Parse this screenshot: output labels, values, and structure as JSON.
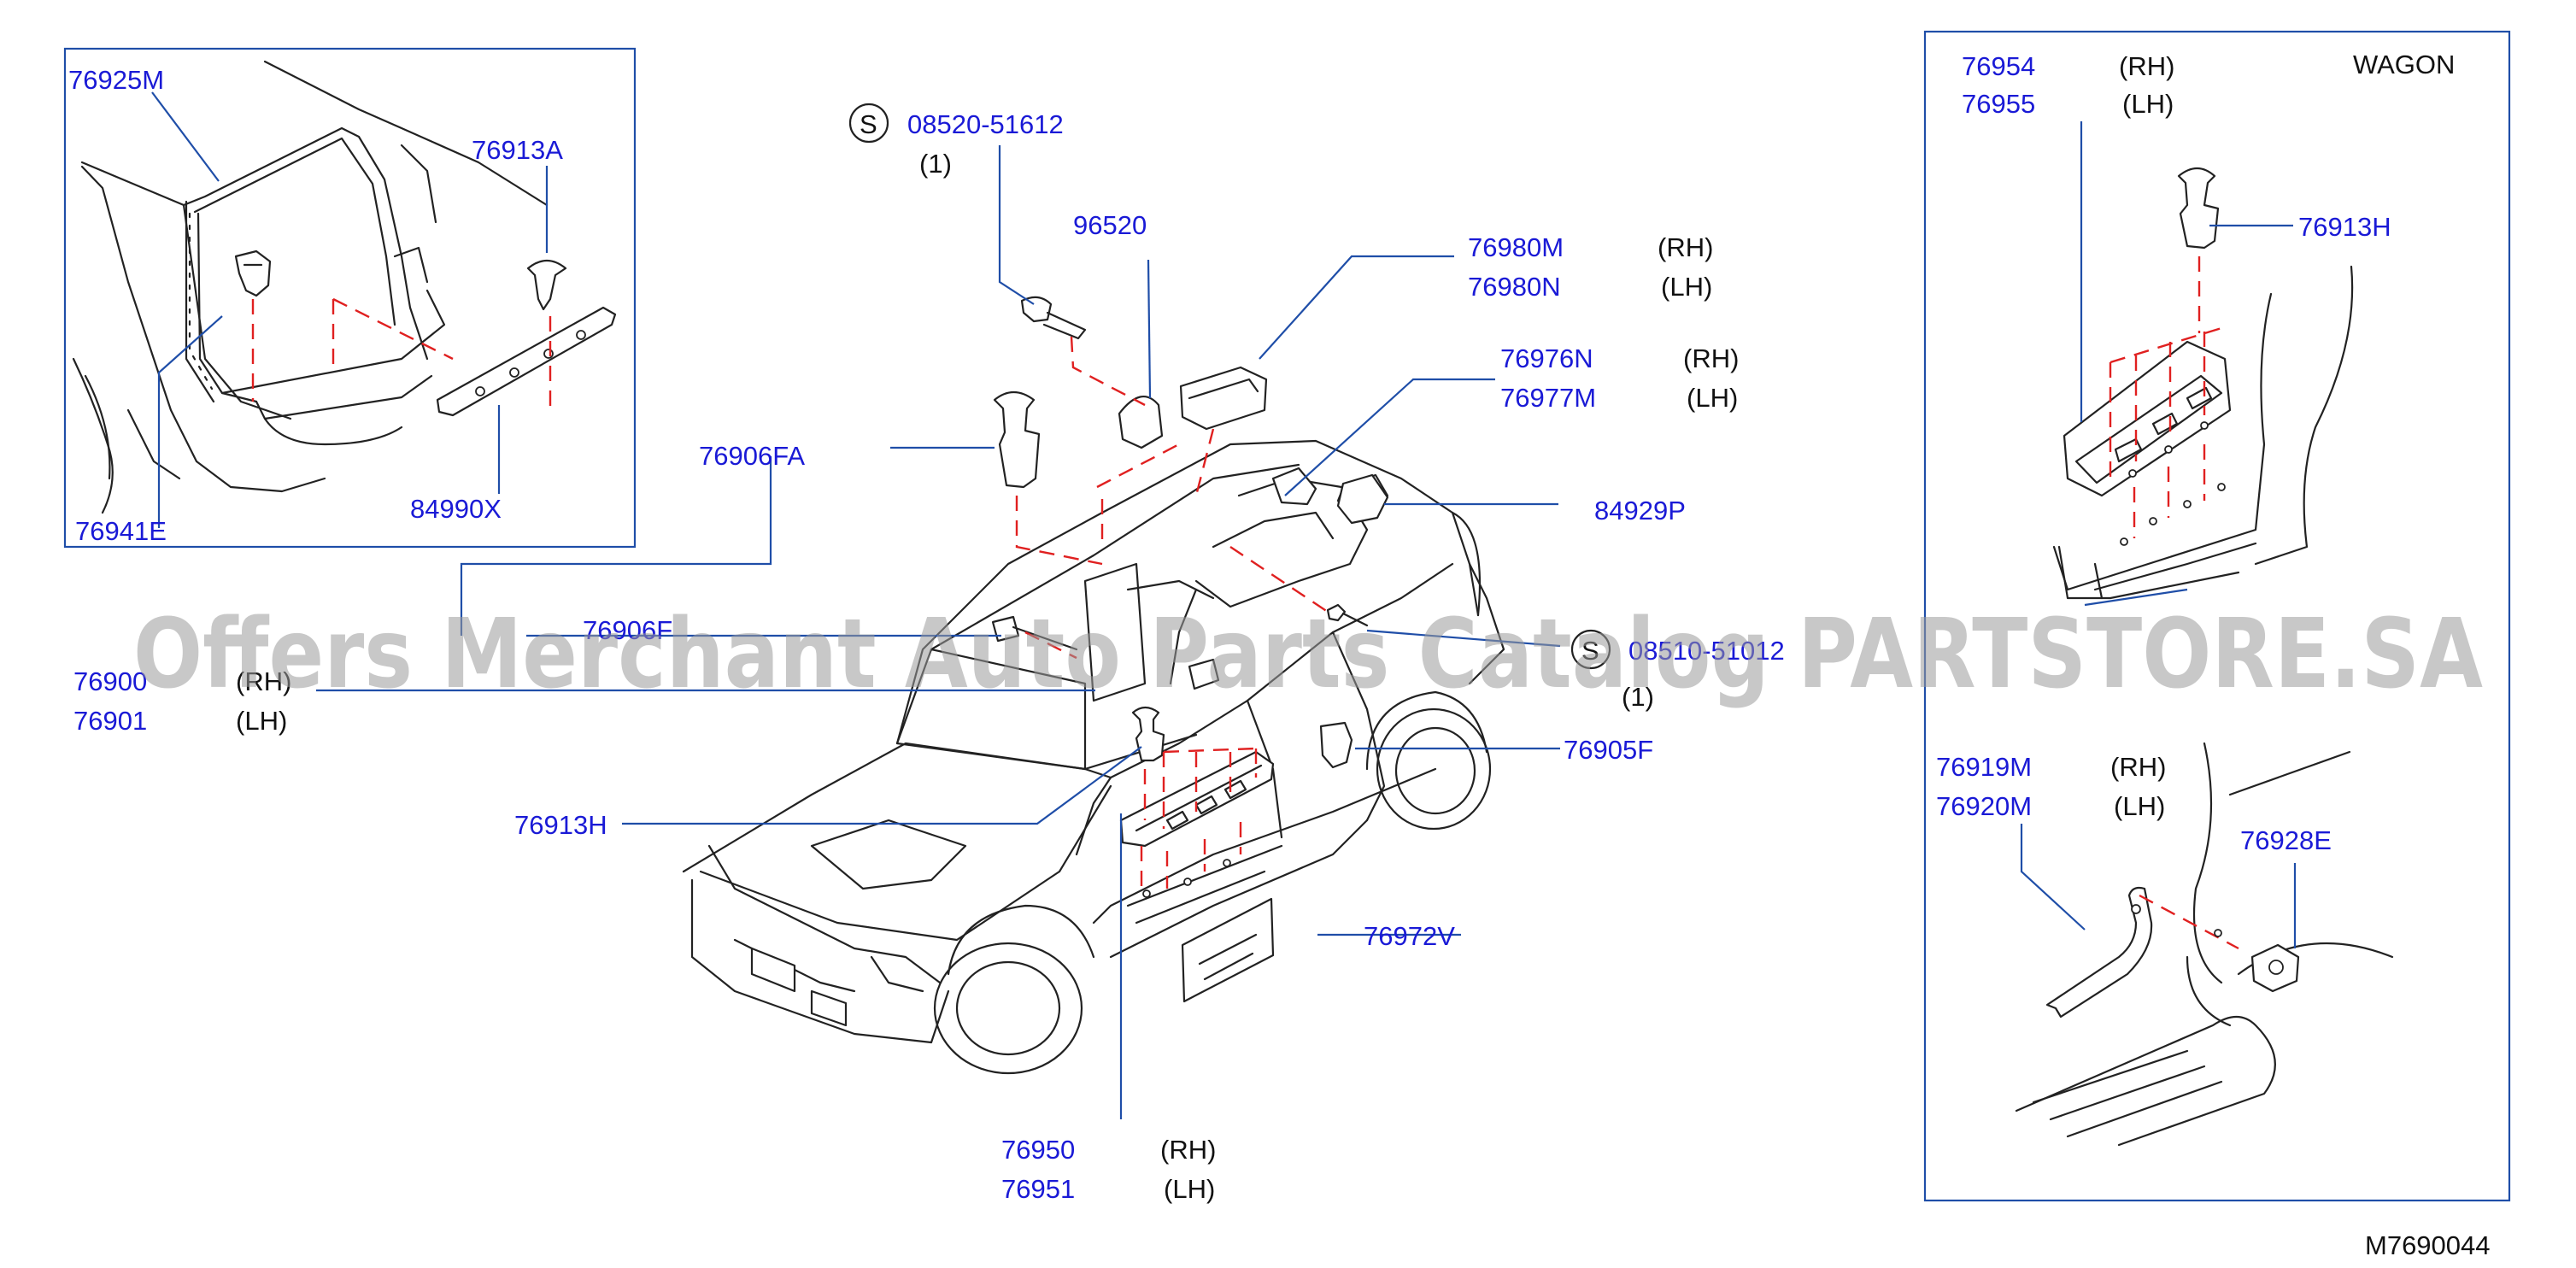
{
  "diagram_id": "M7690044",
  "watermark": "Offers Merchant Auto Parts Catalog PARTSTORE.SA",
  "inset_right": {
    "title": "WAGON"
  },
  "colors": {
    "part_number": "#1a1ad6",
    "leader": "#1f4ea8",
    "dash": "#e02020",
    "body": "#222222"
  },
  "screw_symbol": "S",
  "callouts": {
    "p76925M": "76925M",
    "p76913A": "76913A",
    "p76941E": "76941E",
    "p84990X": "84990X",
    "p08520_51612": "08520-51612",
    "p08520_qty": "(1)",
    "p96520": "96520",
    "p76980M": "76980M",
    "p76980M_side": "(RH)",
    "p76980N": "76980N",
    "p76980N_side": "(LH)",
    "p76976N": "76976N",
    "p76976N_side": "(RH)",
    "p76977M": "76977M",
    "p76977M_side": "(LH)",
    "p76906FA": "76906FA",
    "p84929P": "84929P",
    "p76906F": "76906F",
    "p08510": "08510-51012",
    "p08510_qty": "(1)",
    "p76900": "76900",
    "p76900_side": "(RH)",
    "p76901": "76901",
    "p76901_side": "(LH)",
    "p76905F": "76905F",
    "p76913H_main": "76913H",
    "p76972V": "76972V",
    "p76950": "76950",
    "p76950_side": "(RH)",
    "p76951": "76951",
    "p76951_side": "(LH)",
    "p76954": "76954",
    "p76954_side": "(RH)",
    "p76955": "76955",
    "p76955_side": "(LH)",
    "p76913H_inset": "76913H",
    "p76919M": "76919M",
    "p76919M_side": "(RH)",
    "p76920M": "76920M",
    "p76920M_side": "(LH)",
    "p76928E": "76928E"
  }
}
